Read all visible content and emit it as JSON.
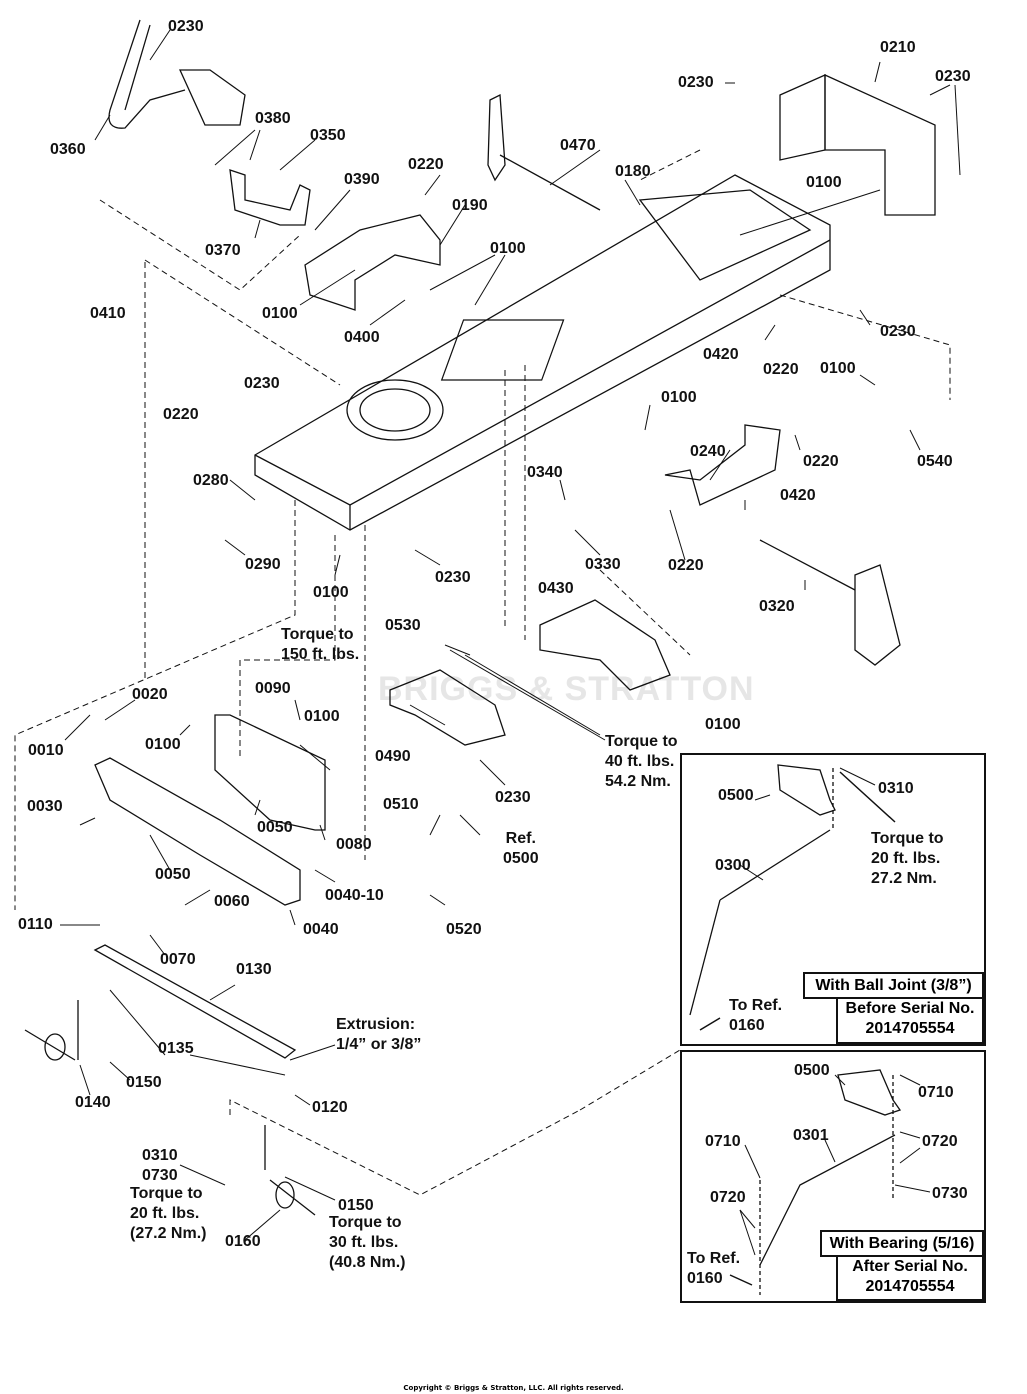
{
  "diagram": {
    "type": "exploded-parts-diagram",
    "watermark": "BRIGGS & STRATTON",
    "copyright": "Copyright © Briggs & Stratton, LLC. All rights reserved."
  },
  "callouts": [
    {
      "id": "0230-a",
      "text": "0230"
    },
    {
      "id": "0360",
      "text": "0360"
    },
    {
      "id": "0380",
      "text": "0380"
    },
    {
      "id": "0350",
      "text": "0350"
    },
    {
      "id": "0370",
      "text": "0370"
    },
    {
      "id": "0390",
      "text": "0390"
    },
    {
      "id": "0220-a",
      "text": "0220"
    },
    {
      "id": "0190",
      "text": "0190"
    },
    {
      "id": "0100-a",
      "text": "0100"
    },
    {
      "id": "0100-b",
      "text": "0100"
    },
    {
      "id": "0400",
      "text": "0400"
    },
    {
      "id": "0410",
      "text": "0410"
    },
    {
      "id": "0220-b",
      "text": "0220"
    },
    {
      "id": "0470",
      "text": "0470"
    },
    {
      "id": "0180",
      "text": "0180"
    },
    {
      "id": "0230-b",
      "text": "0230"
    },
    {
      "id": "0210",
      "text": "0210"
    },
    {
      "id": "0230-c",
      "text": "0230"
    },
    {
      "id": "0100-c",
      "text": "0100"
    },
    {
      "id": "0230-d",
      "text": "0230"
    },
    {
      "id": "0420-a",
      "text": "0420"
    },
    {
      "id": "0220-c",
      "text": "0220"
    },
    {
      "id": "0100-d",
      "text": "0100"
    },
    {
      "id": "0540",
      "text": "0540"
    },
    {
      "id": "0230-e",
      "text": "0230"
    },
    {
      "id": "0100-e",
      "text": "0100"
    },
    {
      "id": "0240",
      "text": "0240"
    },
    {
      "id": "0220-d",
      "text": "0220"
    },
    {
      "id": "0340",
      "text": "0340"
    },
    {
      "id": "0420-b",
      "text": "0420"
    },
    {
      "id": "0330",
      "text": "0330"
    },
    {
      "id": "0220-e",
      "text": "0220"
    },
    {
      "id": "0320",
      "text": "0320"
    },
    {
      "id": "0280",
      "text": "0280"
    },
    {
      "id": "0290",
      "text": "0290"
    },
    {
      "id": "0100-f",
      "text": "0100"
    },
    {
      "id": "0230-f",
      "text": "0230"
    },
    {
      "id": "0430",
      "text": "0430"
    },
    {
      "id": "0530",
      "text": "0530"
    },
    {
      "id": "0100-g",
      "text": "0100"
    },
    {
      "id": "0490",
      "text": "0490"
    },
    {
      "id": "0230-g",
      "text": "0230"
    },
    {
      "id": "0510",
      "text": "0510"
    },
    {
      "id": "0520",
      "text": "0520"
    },
    {
      "id": "0020",
      "text": "0020"
    },
    {
      "id": "0010",
      "text": "0010"
    },
    {
      "id": "0100-h",
      "text": "0100"
    },
    {
      "id": "0090",
      "text": "0090"
    },
    {
      "id": "0100-i",
      "text": "0100"
    },
    {
      "id": "0030",
      "text": "0030"
    },
    {
      "id": "0050-a",
      "text": "0050"
    },
    {
      "id": "0080",
      "text": "0080"
    },
    {
      "id": "0050-b",
      "text": "0050"
    },
    {
      "id": "0040-10",
      "text": "0040-10"
    },
    {
      "id": "0060",
      "text": "0060"
    },
    {
      "id": "0040",
      "text": "0040"
    },
    {
      "id": "0110",
      "text": "0110"
    },
    {
      "id": "0070",
      "text": "0070"
    },
    {
      "id": "0130",
      "text": "0130"
    },
    {
      "id": "0135",
      "text": "0135"
    },
    {
      "id": "0150-a",
      "text": "0150"
    },
    {
      "id": "0140",
      "text": "0140"
    },
    {
      "id": "0120",
      "text": "0120"
    },
    {
      "id": "0310-0730",
      "text": "0310\n0730"
    },
    {
      "id": "0150-b",
      "text": "0150"
    },
    {
      "id": "0160",
      "text": "0160"
    }
  ],
  "notes": {
    "torque_150": "Torque to\n150 ft. lbs.",
    "torque_40": "Torque to\n40 ft. lbs.\n54.2 Nm.",
    "ref_0500": "Ref.\n0500",
    "extrusion": "Extrusion:\n1/4” or 3/8”",
    "torque_20": "Torque to\n20 ft. lbs.\n(27.2 Nm.)",
    "torque_30": "Torque to\n30 ft. lbs.\n(40.8 Nm.)"
  },
  "inset_ball_joint": {
    "labels": {
      "p0500": "0500",
      "p0310": "0310",
      "p0300": "0300"
    },
    "torque": "Torque to\n20 ft. lbs.\n27.2 Nm.",
    "to_ref": "To Ref.\n0160",
    "title": "With Ball Joint (3/8”)",
    "serial": "Before Serial No.\n2014705554"
  },
  "inset_bearing": {
    "labels": {
      "p0500": "0500",
      "p0710a": "0710",
      "p0301": "0301",
      "p0710b": "0710",
      "p0720a": "0720",
      "p0720b": "0720",
      "p0730": "0730"
    },
    "to_ref": "To Ref.\n0160",
    "title": "With Bearing (5/16)",
    "serial": "After Serial No.\n2014705554"
  }
}
